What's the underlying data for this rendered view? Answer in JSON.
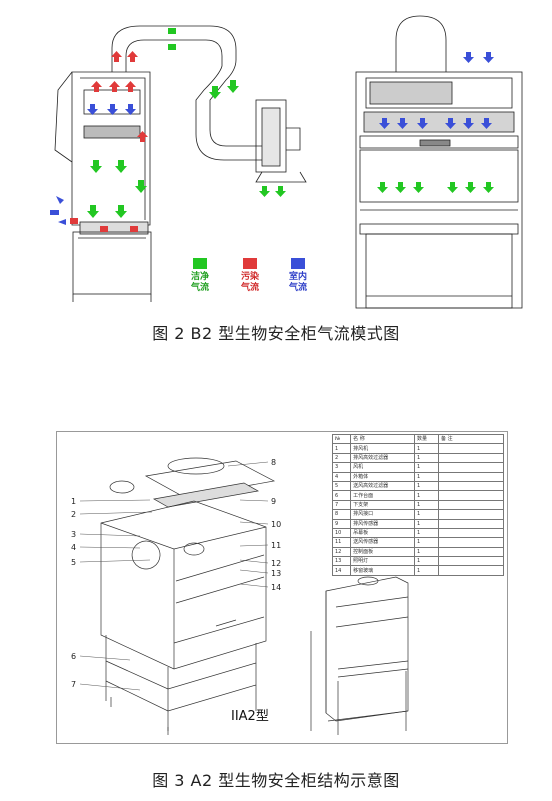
{
  "figure2": {
    "caption": "图 2 B2 型生物安全柜气流模式图",
    "legend": [
      {
        "label": "洁净\n气流",
        "color": "#22c722"
      },
      {
        "label": "污染\n气流",
        "color": "#e03a3a"
      },
      {
        "label": "室内\n气流",
        "color": "#3a4fd8"
      }
    ]
  },
  "figure3": {
    "caption": "图 3 A2 型生物安全柜结构示意图",
    "model_label": "IIA2型",
    "callouts": [
      "1",
      "2",
      "3",
      "4",
      "5",
      "6",
      "7",
      "8",
      "9",
      "10",
      "11",
      "12",
      "13",
      "14"
    ],
    "parts_table": {
      "headers": [
        "№",
        "名 称",
        "数量",
        "备 注"
      ],
      "rows": [
        [
          "1",
          "排风机",
          "1",
          ""
        ],
        [
          "2",
          "排风高效过滤器",
          "1",
          ""
        ],
        [
          "3",
          "风机",
          "1",
          ""
        ],
        [
          "4",
          "外箱体",
          "1",
          ""
        ],
        [
          "5",
          "送风高效过滤器",
          "1",
          ""
        ],
        [
          "6",
          "工作台面",
          "1",
          ""
        ],
        [
          "7",
          "下支架",
          "1",
          ""
        ],
        [
          "8",
          "排风接口",
          "1",
          ""
        ],
        [
          "9",
          "排风传感器",
          "1",
          ""
        ],
        [
          "10",
          "吊幕板",
          "1",
          ""
        ],
        [
          "11",
          "送风传感器",
          "1",
          ""
        ],
        [
          "12",
          "控制面板",
          "1",
          ""
        ],
        [
          "13",
          "照明灯",
          "1",
          ""
        ],
        [
          "14",
          "移窗玻璃",
          "1",
          ""
        ]
      ]
    }
  }
}
